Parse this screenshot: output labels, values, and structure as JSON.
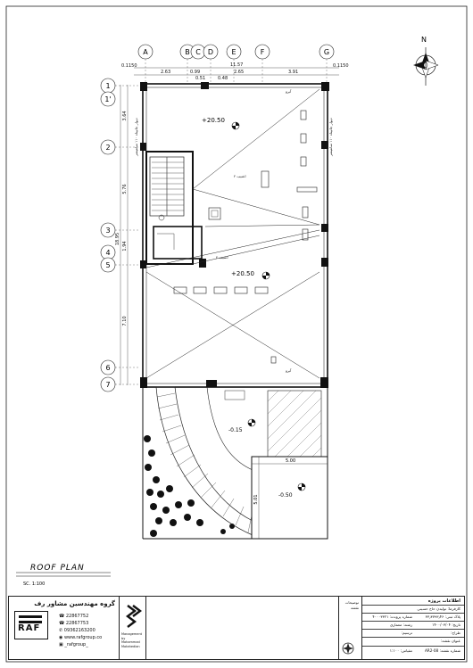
{
  "north_label": "N",
  "grid_cols": [
    "A",
    "B",
    "C",
    "D",
    "E",
    "F",
    "G"
  ],
  "grid_rows": [
    "1",
    "1'",
    "2",
    "3",
    "4",
    "5",
    "6",
    "7"
  ],
  "top_dims": {
    "edge_left": "0.1150",
    "edge_right": "0.1150",
    "total": "11.57",
    "seg": [
      "2.63",
      "0.99",
      "2.65",
      "3.91"
    ],
    "sub": [
      "0.51",
      "0.48"
    ]
  },
  "side_dims": {
    "total": "18.95",
    "seg": [
      "3.64",
      "5.76",
      "1.94",
      "7.10"
    ]
  },
  "levels": {
    "upper": "+20.50",
    "lower": "+20.50",
    "yard_left": "-0.15",
    "yard_right": "-0.50"
  },
  "yard_dims": {
    "width": "5.00",
    "height": "5.01"
  },
  "plan_notes": {
    "parapet_right": "دیوار جانپناه ۱۱۰ سانتیمتر",
    "parapet_left": "دیوار جانپناه ۱۱۰ سانتیمتر",
    "slope_1": "شیب ۲٪",
    "slope_2": "شیب ۲٪",
    "drain_1": "آبرو",
    "drain_2": "آبرو"
  },
  "view_title": "ROOF  PLAN",
  "scale": "SC.  1:100",
  "company": {
    "name": "گروه مهندسین مشاور رف",
    "logo_text": "RAF",
    "phones": [
      "22867752",
      "22867753",
      "09362163200"
    ],
    "site": "www.rafgroup.co",
    "instagram": "_rafgroup_"
  },
  "management": {
    "line1": "Management by",
    "line2": "Mohammad",
    "line3": "Motahedian"
  },
  "notes_label": "توضیحات",
  "notes_sub": "نقشه",
  "project": {
    "header": "اطلاعات پروژه",
    "employer": "کارفرما: تولیدن حاج حسینی",
    "plaque_label": "پلاک ثبتی:",
    "plaque": "۳۳٫۳۷۹۳٫۴۶",
    "permit_label": "شماره پرونده:",
    "permit": "۴۰۰۰۳۳۲۱",
    "date_label": "تاریخ:",
    "date": "۱۴۰۰/۰۳/۰۴",
    "discipline_label": "رشته:",
    "discipline": "معماری",
    "designer_label": "طراح:",
    "drafter_label": "ترسیم:",
    "sheet_title_label": "عنوان نقشه:",
    "sheet_no_label": "شماره نقشه:",
    "sheet_no": "AR2-08",
    "scale_label": "مقیاس:",
    "scale_value": "۱:۱۰۰"
  }
}
